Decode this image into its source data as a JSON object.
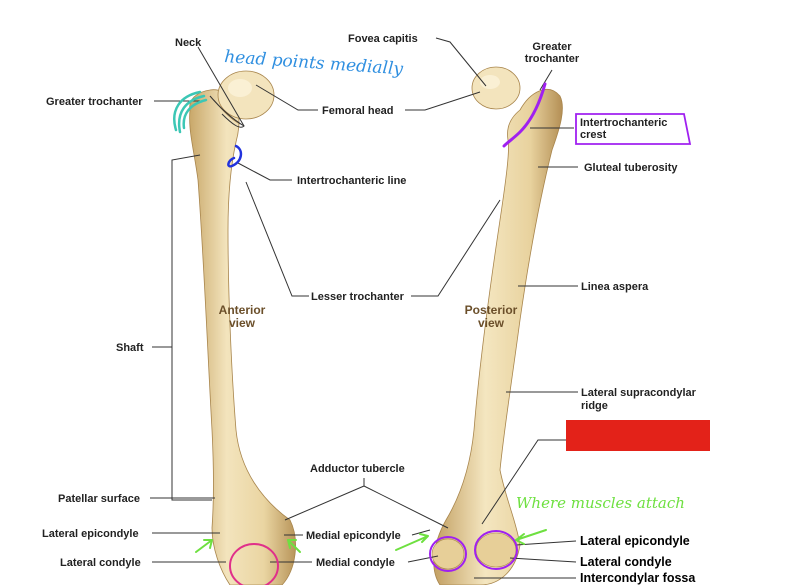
{
  "anterior_view": {
    "title_line1": "Anterior",
    "title_line2": "view",
    "labels": {
      "neck": "Neck",
      "greater_trochanter": "Greater trochanter",
      "femoral_head": "Femoral head",
      "intertrochanteric_line": "Intertrochanteric line",
      "lesser_trochanter": "Lesser trochanter",
      "shaft": "Shaft",
      "adductor_tubercle": "Adductor tubercle",
      "patellar_surface": "Patellar surface",
      "lateral_epicondyle": "Lateral epicondyle",
      "medial_epicondyle": "Medial epicondyle",
      "lateral_condyle": "Lateral condyle",
      "medial_condyle": "Medial condyle"
    }
  },
  "posterior_view": {
    "title_line1": "Posterior",
    "title_line2": "view",
    "labels": {
      "fovea_capitis": "Fovea capitis",
      "greater_trochanter_line1": "Greater",
      "greater_trochanter_line2": "trochanter",
      "intertrochanteric_crest_line1": "Intertrochanteric",
      "intertrochanteric_crest_line2": "crest",
      "gluteal_tuberosity": "Gluteal tuberosity",
      "linea_aspera": "Linea aspera",
      "lateral_supracondylar_ridge_line1": "Lateral supracondylar",
      "lateral_supracondylar_ridge_line2": "ridge",
      "lateral_epicondyle": "Lateral epicondyle",
      "lateral_condyle": "Lateral condyle",
      "intercondylar_fossa": "Intercondylar fossa"
    }
  },
  "annotations": {
    "head_note": "head points medially",
    "muscle_note": "Where muscles attach"
  },
  "colors": {
    "bone": "#efdcae",
    "bone_shadow": "#c9a86a",
    "teal_mark": "#3cc7b5",
    "blue_mark": "#2233dd",
    "purple_mark": "#a020f0",
    "pink_mark": "#e0308a",
    "green_mark": "#6ee040",
    "red_box": "#e32219",
    "handwriting_blue": "#2f8fe0",
    "handwriting_green": "#6ee040"
  }
}
